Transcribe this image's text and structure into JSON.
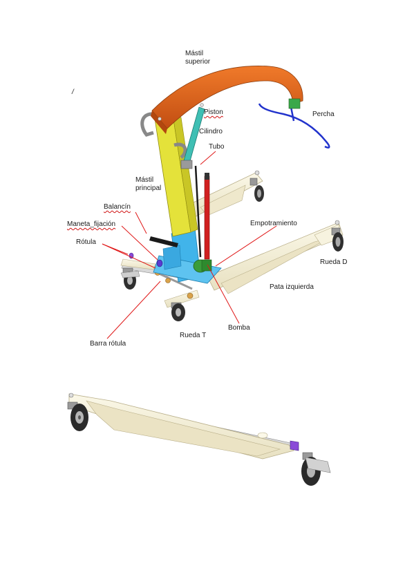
{
  "labels": {
    "mastil_superior_1": "Mástil",
    "mastil_superior_2": "superior",
    "mark": "/",
    "piston": "Piston",
    "cilindro": "Cilindro",
    "percha": "Percha",
    "tubo": "Tubo",
    "mastil_principal_1": "Mástil",
    "mastil_principal_2": "principal",
    "balancin": "Balancín",
    "empotramiento": "Empotramiento",
    "maneta_fijacion": "Maneta_fijación",
    "rotula": "Rótula",
    "rueda_d": "Rueda D",
    "pata_izquierda": "Pata izquierda",
    "bomba": "Bomba",
    "rueda_t": "Rueda T",
    "barra_rotula": "Barra rótula"
  },
  "colors": {
    "mastil_superior": "#e0661e",
    "mastil_principal": "#e4e23a",
    "cilindro": "#3fbfb4",
    "base": "#3aa8e0",
    "bomba": "#2e8a2e",
    "tubo": "#d02020",
    "percha": "#2233cc",
    "patas": "#f4efd6",
    "leader_lines": "#e01818"
  }
}
